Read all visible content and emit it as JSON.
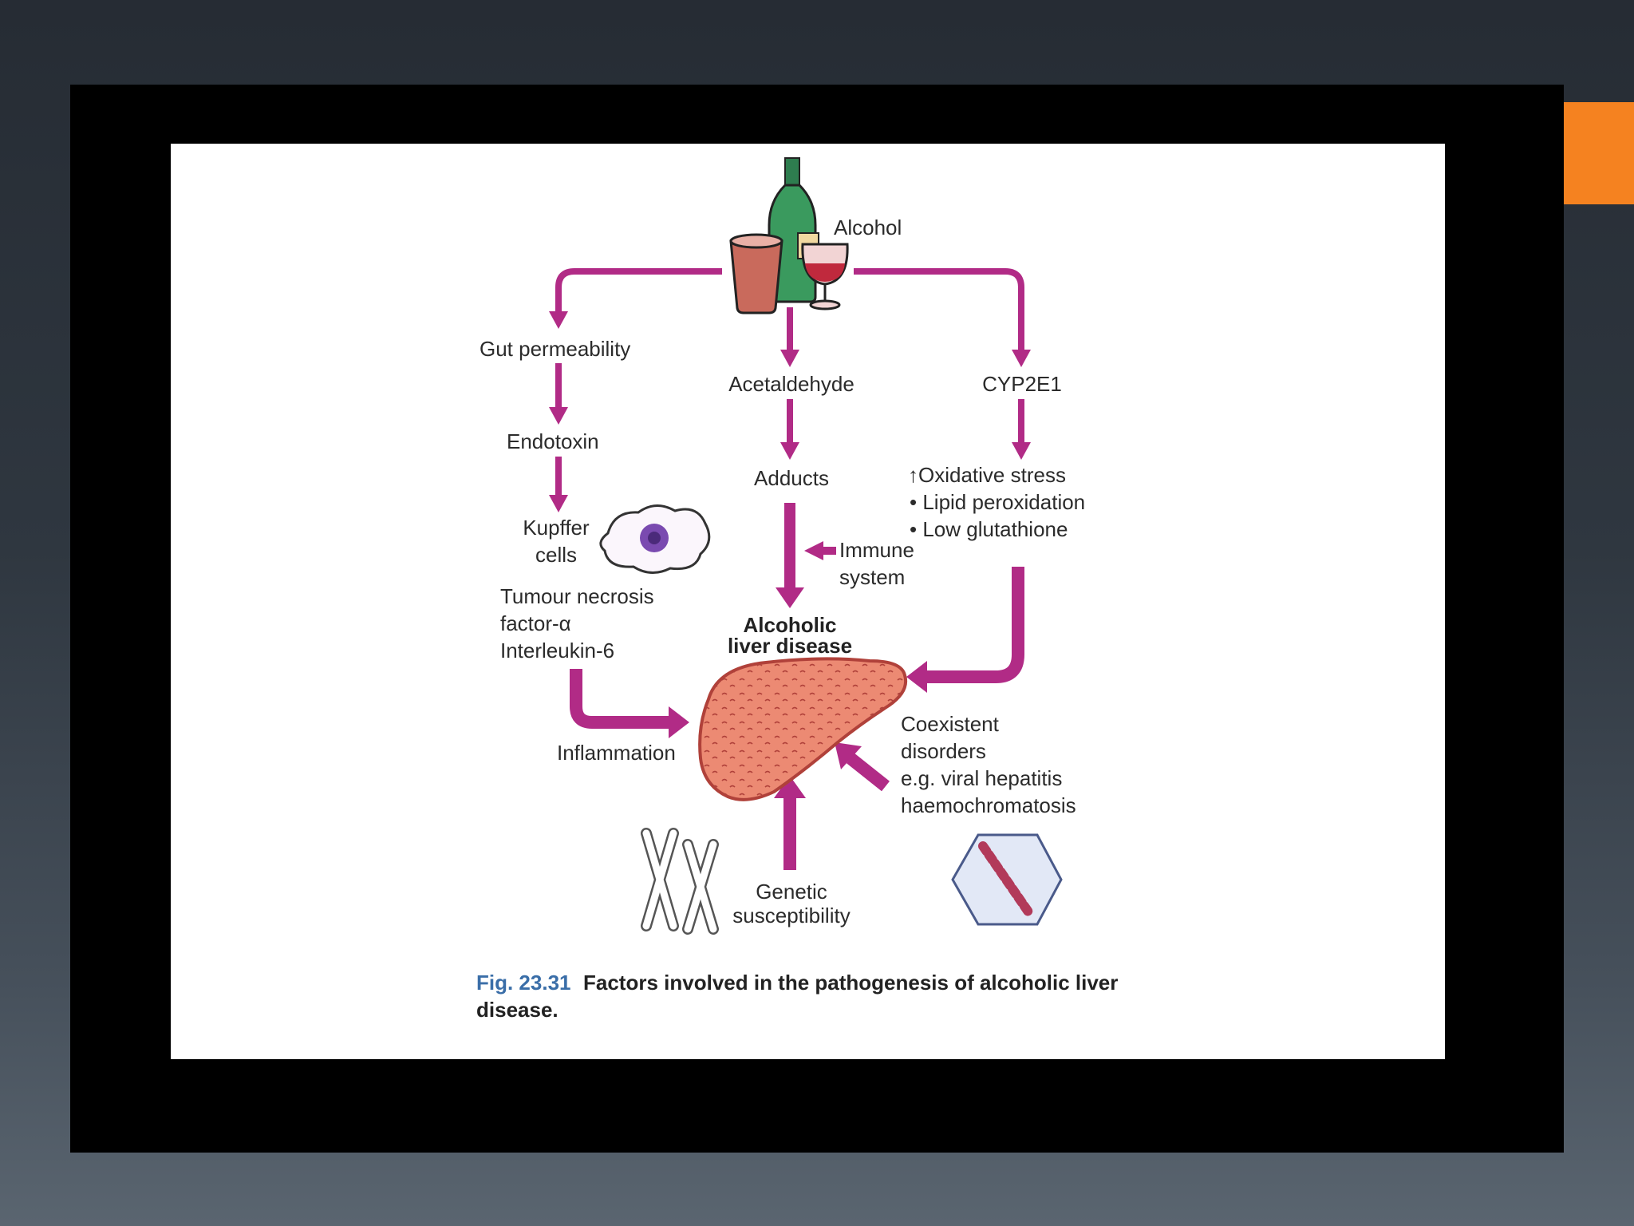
{
  "diagram": {
    "top": {
      "alcohol": "Alcohol"
    },
    "left_branch": {
      "gut": "Gut permeability",
      "endotoxin": "Endotoxin",
      "kupffer_1": "Kupffer",
      "kupffer_2": "cells",
      "tnf_1": "Tumour necrosis",
      "tnf_2": "factor-α",
      "tnf_3": "Interleukin-6",
      "inflammation": "Inflammation"
    },
    "middle_branch": {
      "acetaldehyde": "Acetaldehyde",
      "adducts": "Adducts",
      "immune_1": "Immune",
      "immune_2": "system"
    },
    "right_branch": {
      "cyp": "CYP2E1",
      "ox_1": "↑Oxidative stress",
      "ox_2": "• Lipid peroxidation",
      "ox_3": "• Low glutathione"
    },
    "center": {
      "ald_1": "Alcoholic",
      "ald_2": "liver disease"
    },
    "bottom": {
      "coex_1": "Coexistent",
      "coex_2": "disorders",
      "coex_3": "e.g. viral hepatitis",
      "coex_4": "haemochromatosis",
      "gen_1": "Genetic",
      "gen_2": "susceptibility"
    },
    "caption": {
      "number": "Fig. 23.31",
      "text_1": "Factors involved in the pathogenesis of alcoholic liver",
      "text_2": "disease."
    }
  },
  "colors": {
    "arrow": "#b12b86",
    "liver": "#e8806c",
    "accent_tab": "#f58220",
    "caption_number": "#3a6ea8"
  },
  "icons": [
    "bottle-icon",
    "glass-icon",
    "wine-glass-icon",
    "kupffer-cell-icon",
    "liver-icon",
    "chromosome-icon",
    "virus-icon"
  ]
}
